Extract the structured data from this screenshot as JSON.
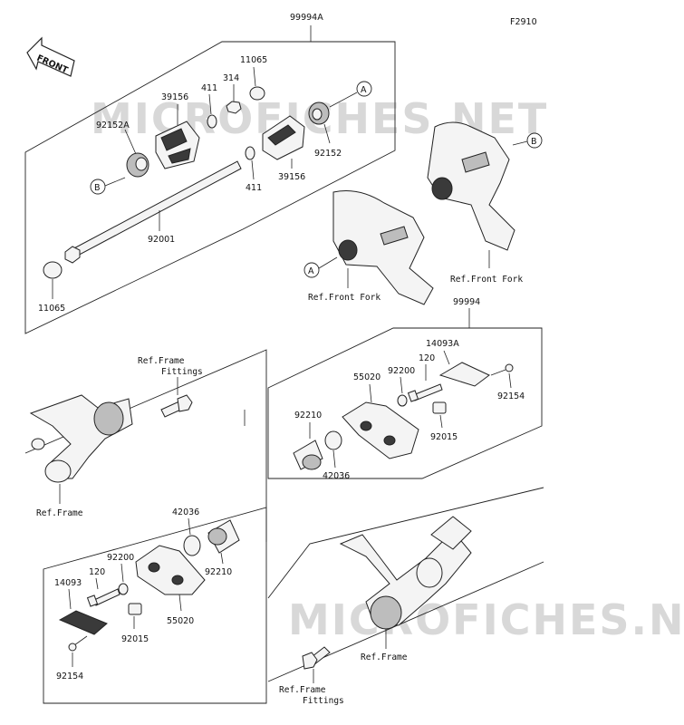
{
  "header": {
    "code": "F2910",
    "front_label": "FRONT"
  },
  "watermark": "MICROFICHES.NET",
  "kits": {
    "upper": "99994A",
    "middle": "99994"
  },
  "refs": {
    "front_fork": "Ref.Front Fork",
    "frame": "Ref.Frame",
    "frame_fittings_1": "Ref.Frame",
    "frame_fittings_2": "Fittings"
  },
  "callouts": {
    "a": "A",
    "b": "B"
  },
  "parts": {
    "p11065": "11065",
    "p314": "314",
    "p411": "411",
    "p39156": "39156",
    "p92152A": "92152A",
    "p92152": "92152",
    "p92001": "92001",
    "p14093A": "14093A",
    "p14093": "14093",
    "p120": "120",
    "p92200": "92200",
    "p55020": "55020",
    "p92210": "92210",
    "p42036": "42036",
    "p92015": "92015",
    "p92154": "92154"
  }
}
